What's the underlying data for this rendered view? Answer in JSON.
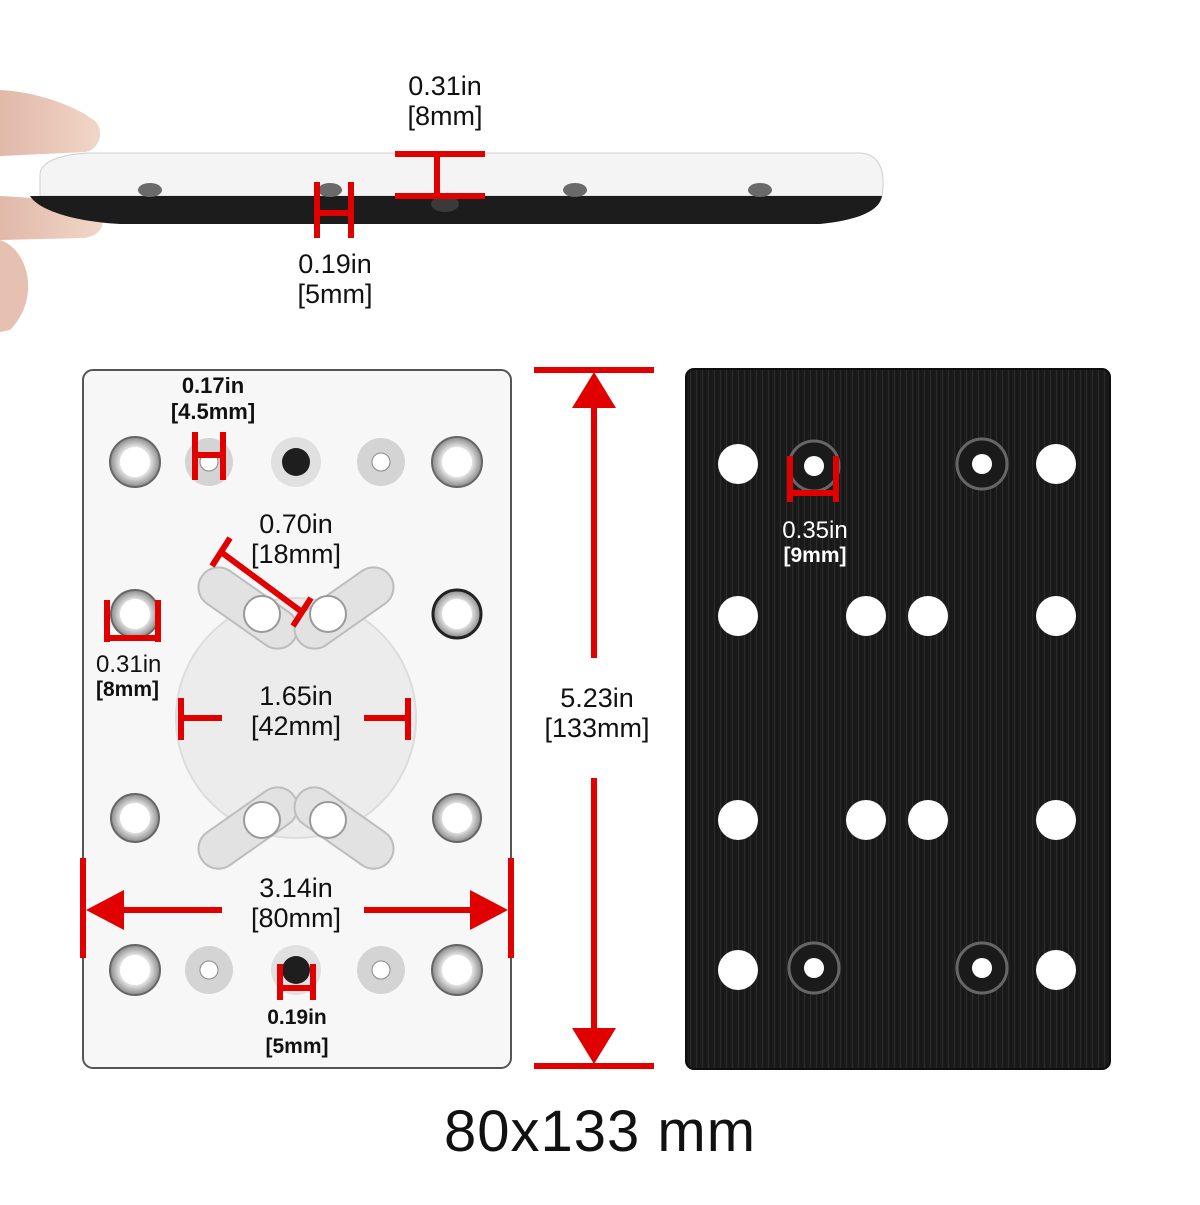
{
  "side_view": {
    "thickness": {
      "inch": "0.31in",
      "mm": "[8mm]"
    },
    "hole_depth": {
      "inch": "0.19in",
      "mm": "[5mm]"
    }
  },
  "front_view": {
    "small_hole": {
      "inch": "0.17in",
      "mm": "[4.5mm]"
    },
    "slot_length": {
      "inch": "0.70in",
      "mm": "[18mm]"
    },
    "side_hole": {
      "inch": "0.31in",
      "mm": "[8mm]"
    },
    "center_circle": {
      "inch": "1.65in",
      "mm": "[42mm]"
    },
    "width": {
      "inch": "3.14in",
      "mm": "[80mm]"
    },
    "screw_hole": {
      "inch": "0.19in",
      "mm": "[5mm]"
    },
    "height": {
      "inch": "5.23in",
      "mm": "[133mm]"
    }
  },
  "back_view": {
    "hole": {
      "inch": "0.35in",
      "mm": "[9mm]"
    }
  },
  "caption": "80x133 mm",
  "colors": {
    "dimension_red": "#e00000",
    "pad_white": "#f7f7f7",
    "hook_loop_black": "#1a1a1a",
    "metal_ring": "#b8b8b8"
  }
}
